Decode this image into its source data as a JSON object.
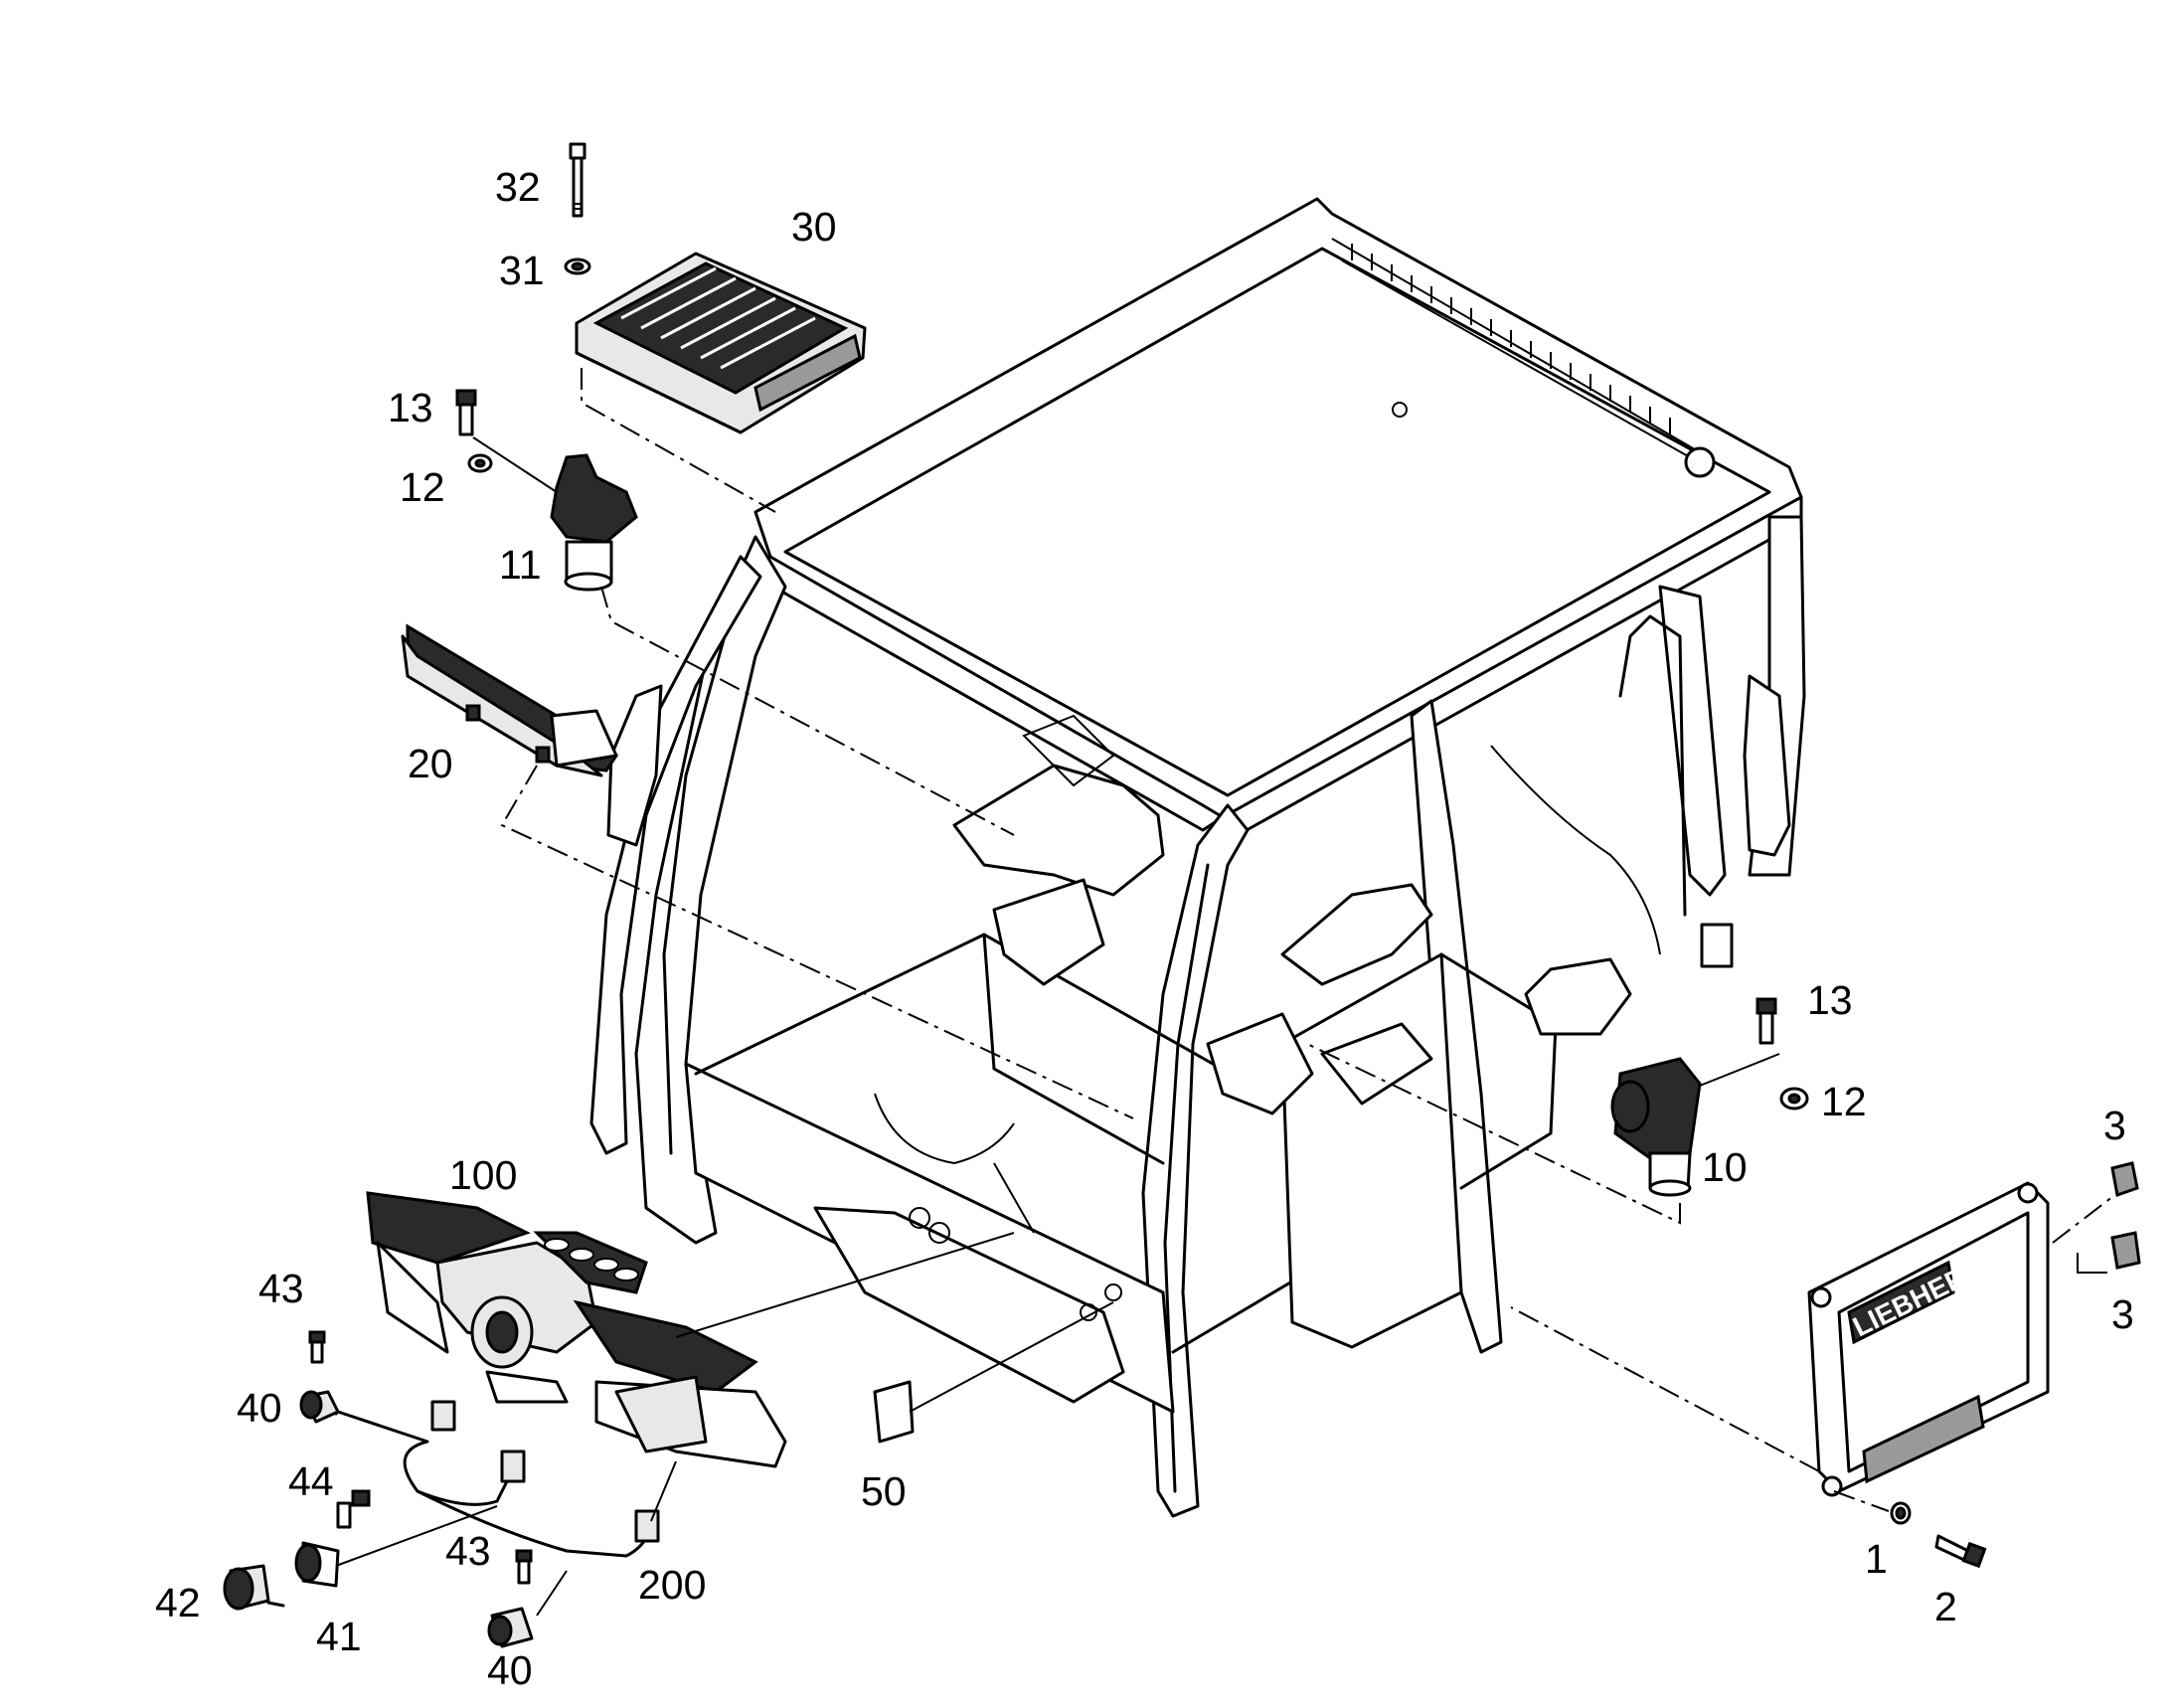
{
  "diagram": {
    "callouts": {
      "c32": "32",
      "c30": "30",
      "c31": "31",
      "c13a": "13",
      "c12a": "12",
      "c11": "11",
      "c20": "20",
      "c100": "100",
      "c43a": "43",
      "c40a": "40",
      "c44": "44",
      "c43b": "43",
      "c42": "42",
      "c41": "41",
      "c40b": "40",
      "c200": "200",
      "c50": "50",
      "c13b": "13",
      "c12b": "12",
      "c10": "10",
      "c3a": "3",
      "c3b": "3",
      "c1": "1",
      "c2": "2"
    },
    "brand_text": "LIEBHERR",
    "colors": {
      "line": "#000000",
      "background": "#ffffff",
      "part_fill": "#e8e8e8",
      "dark_part": "#2a2a2a"
    }
  }
}
